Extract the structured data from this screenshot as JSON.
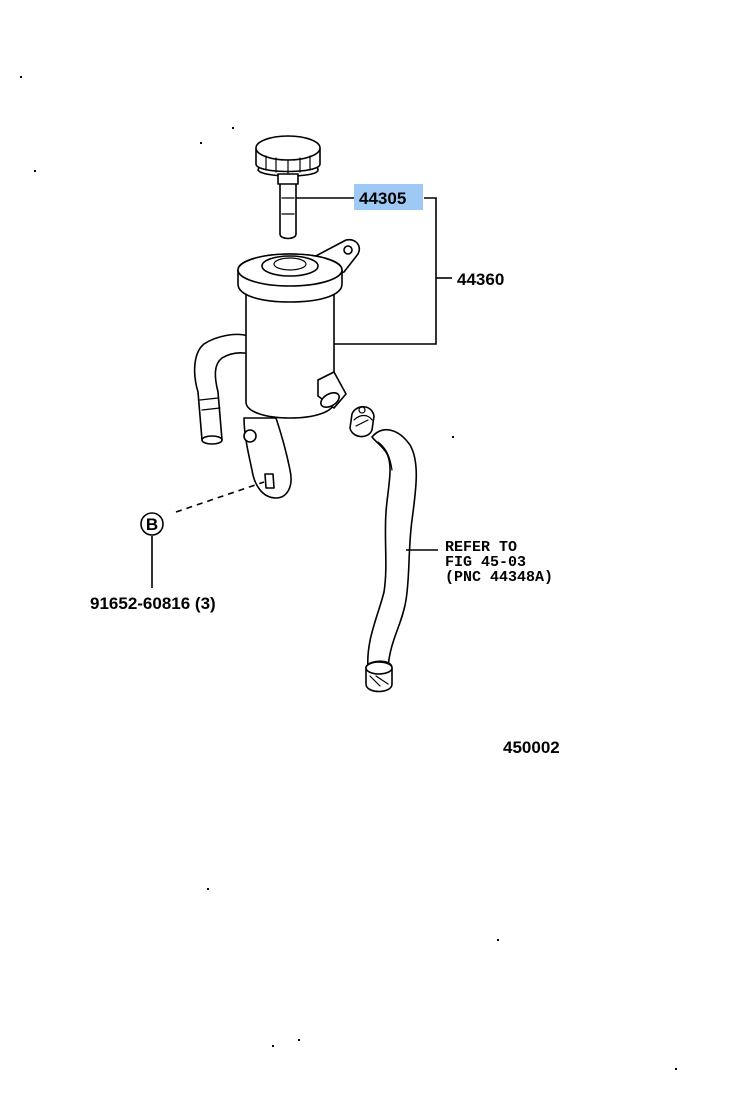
{
  "parts": {
    "cap_dipstick": {
      "number": "44305",
      "highlighted": true
    },
    "reservoir": {
      "number": "44360"
    },
    "bolt": {
      "number": "91652-60816 (3)",
      "callout": "B"
    }
  },
  "note": {
    "line1": "REFER TO",
    "line2": "FIG 45-03",
    "line3": "(PNC 44348A)"
  },
  "figure_code": "450002",
  "colors": {
    "highlight": "#9ec9f5",
    "ink": "#000000",
    "background": "#ffffff"
  }
}
